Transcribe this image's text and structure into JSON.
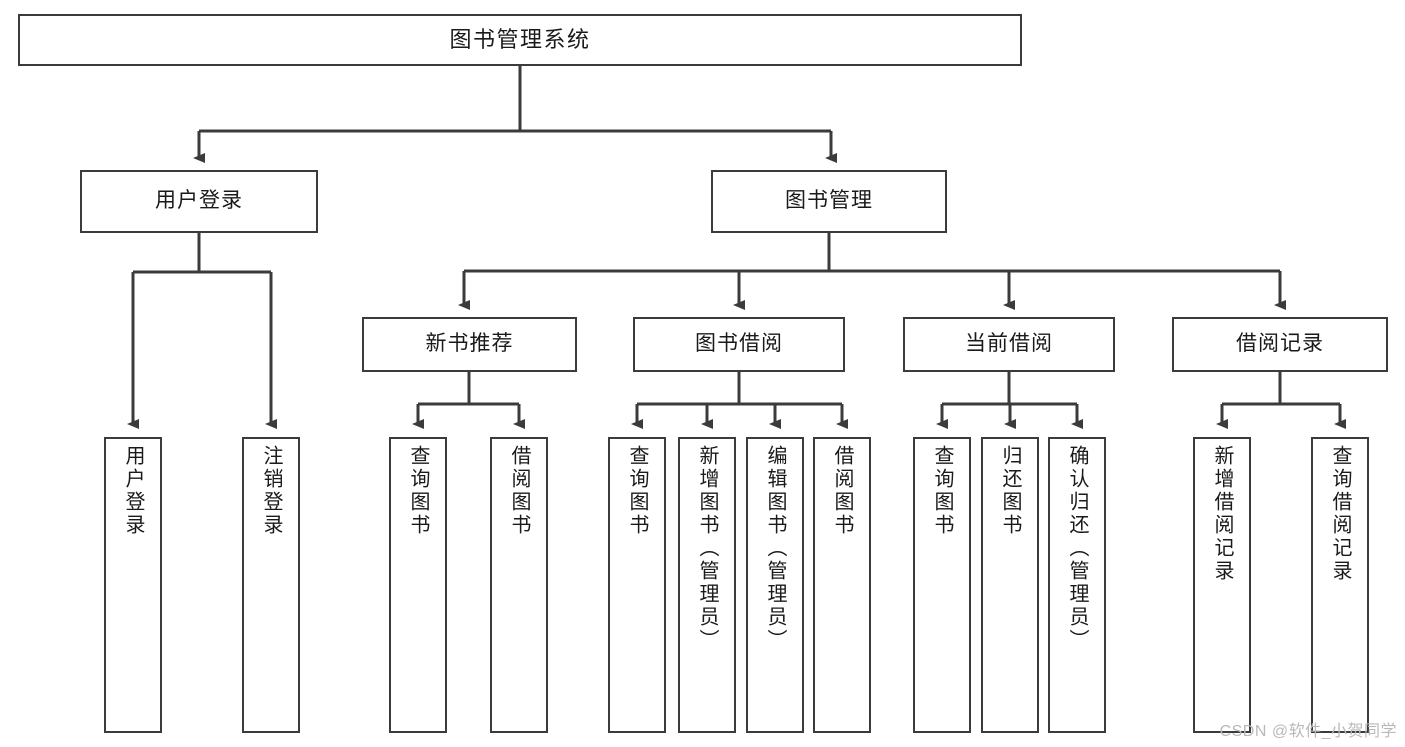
{
  "diagram": {
    "title": "图书管理系统",
    "type": "functional-structure-tree",
    "root": {
      "id": "root",
      "label": "图书管理系统"
    },
    "level1": [
      {
        "id": "user-login",
        "label": "用户登录"
      },
      {
        "id": "book-manage",
        "label": "图书管理"
      }
    ],
    "level2": [
      {
        "id": "new-book-recommend",
        "label": "新书推荐",
        "parent": "book-manage"
      },
      {
        "id": "book-borrow",
        "label": "图书借阅",
        "parent": "book-manage"
      },
      {
        "id": "current-borrow",
        "label": "当前借阅",
        "parent": "book-manage"
      },
      {
        "id": "borrow-record",
        "label": "借阅记录",
        "parent": "book-manage"
      }
    ],
    "leaves": [
      {
        "id": "leaf-user-login",
        "label": "用户登录",
        "parent": "user-login"
      },
      {
        "id": "leaf-logout-login",
        "label": "注销登录",
        "parent": "user-login"
      },
      {
        "id": "leaf-query-book-1",
        "label": "查询图书",
        "parent": "new-book-recommend"
      },
      {
        "id": "leaf-borrow-book-1",
        "label": "借阅图书",
        "parent": "new-book-recommend"
      },
      {
        "id": "leaf-query-book-2",
        "label": "查询图书",
        "parent": "book-borrow"
      },
      {
        "id": "leaf-add-book",
        "label": "新增图书（管理员）",
        "parent": "book-borrow"
      },
      {
        "id": "leaf-edit-book",
        "label": "编辑图书（管理员）",
        "parent": "book-borrow"
      },
      {
        "id": "leaf-borrow-book-2",
        "label": "借阅图书",
        "parent": "book-borrow"
      },
      {
        "id": "leaf-query-book-3",
        "label": "查询图书",
        "parent": "current-borrow"
      },
      {
        "id": "leaf-return-book",
        "label": "归还图书",
        "parent": "current-borrow"
      },
      {
        "id": "leaf-confirm-return",
        "label": "确认归还（管理员）",
        "parent": "current-borrow"
      },
      {
        "id": "leaf-add-record",
        "label": "新增借阅记录",
        "parent": "borrow-record"
      },
      {
        "id": "leaf-query-record",
        "label": "查询借阅记录",
        "parent": "borrow-record"
      }
    ]
  },
  "watermark": {
    "text": "CSDN @软件_小贺同学"
  },
  "colors": {
    "stroke": "#3b3b3b",
    "fill": "#ffffff",
    "text": "#1a1a1a",
    "watermark": "#b9b9b9"
  }
}
